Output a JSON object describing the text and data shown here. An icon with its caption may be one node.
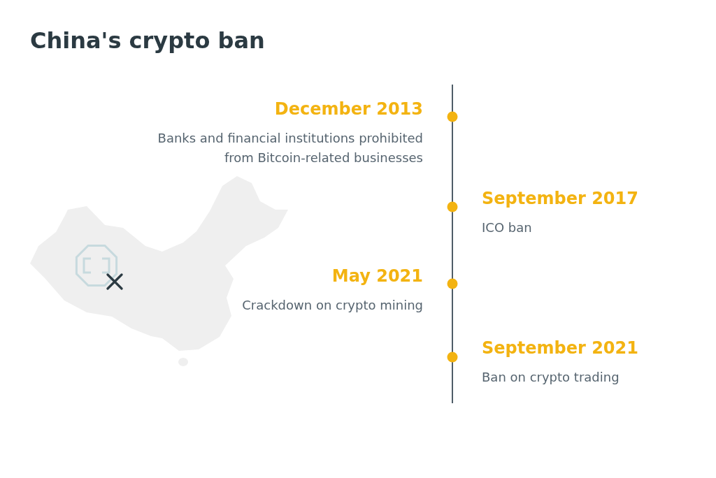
{
  "diagram": {
    "title": "China's crypto ban",
    "nodes": [
      {
        "text": [
          "December 2013",
          "Banks and financial institutions prohibited from Bitcoin-related businesses"
        ]
      },
      {
        "text": [
          "September 2017",
          "ICO ban"
        ]
      },
      {
        "text": [
          "May 2021",
          "Crackdown on crypto mining"
        ]
      },
      {
        "text": [
          "September 2021",
          "Ban on crypto trading"
        ]
      }
    ]
  }
}
